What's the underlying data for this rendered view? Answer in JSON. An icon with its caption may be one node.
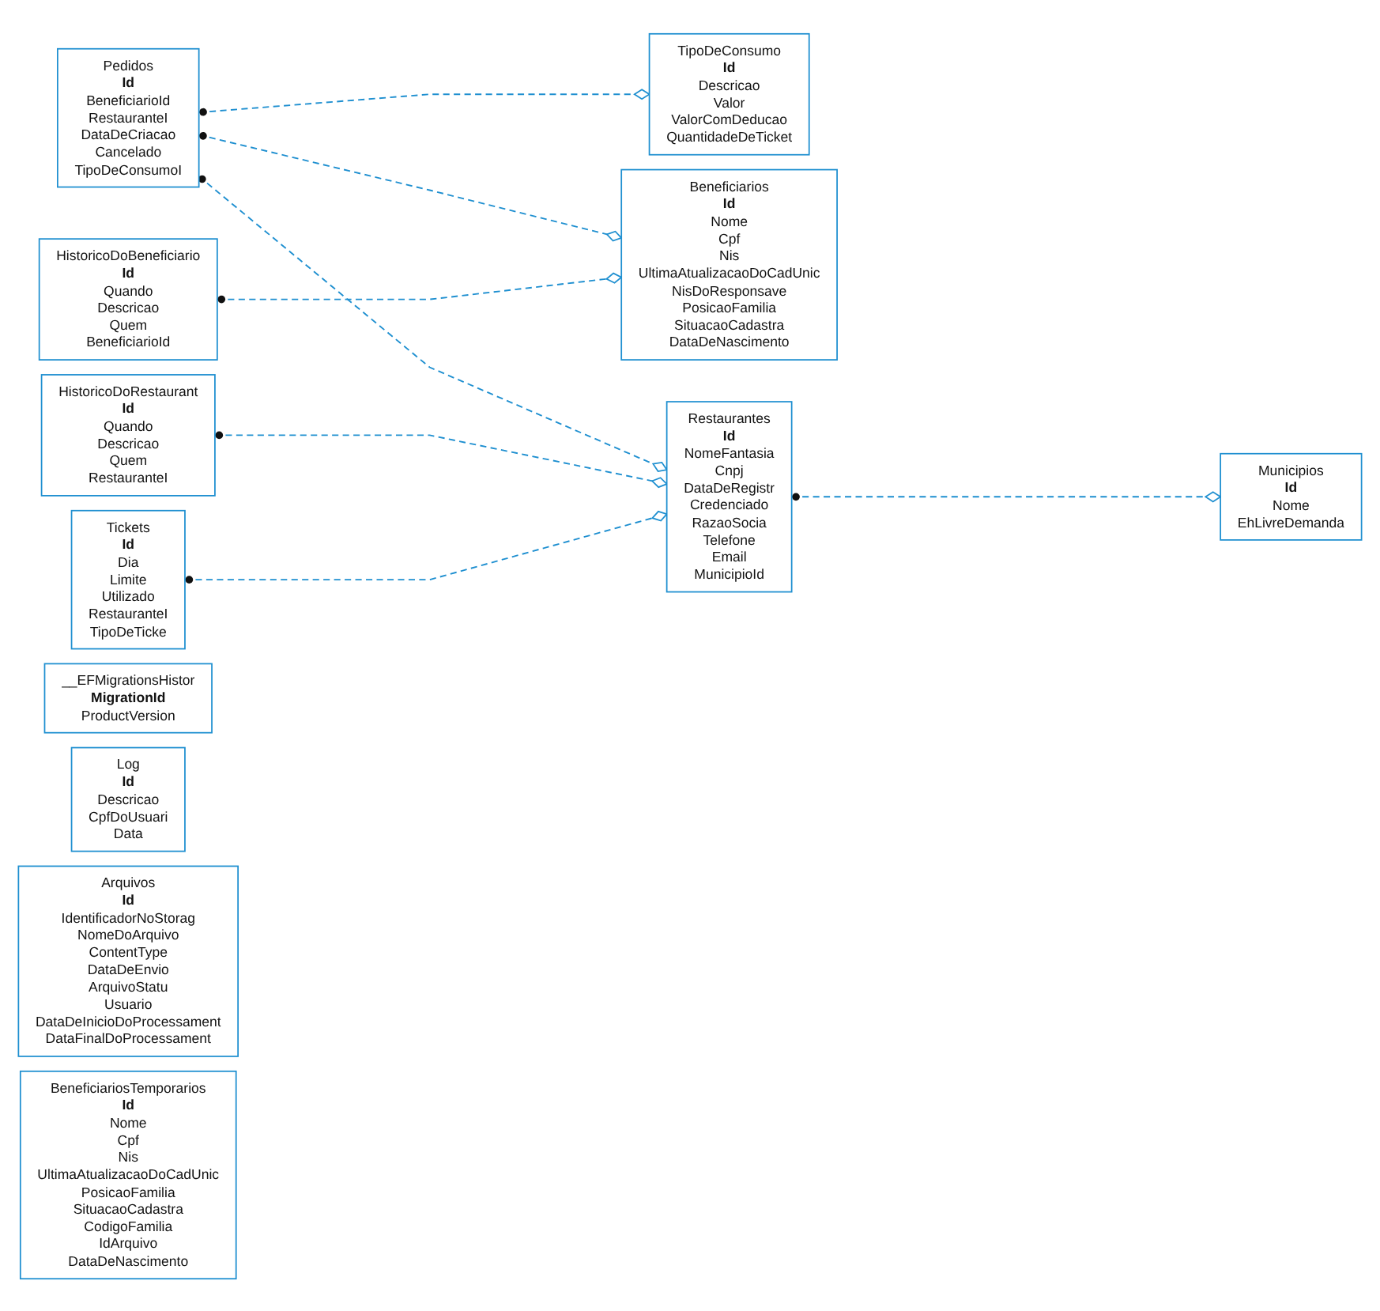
{
  "diagram": {
    "nodes": [
      {
        "text": [
          "Pedidos",
          "Id",
          "BeneficiarioId",
          "RestauranteI",
          "DataDeCriacao",
          "Cancelado",
          "TipoDeConsumoI"
        ]
      },
      {
        "text": [
          "TipoDeConsumo",
          "Id",
          "Descricao",
          "Valor",
          "ValorComDeducao",
          "QuantidadeDeTicket"
        ]
      },
      {
        "text": [
          "Beneficiarios",
          "Id",
          "Nome",
          "Cpf",
          "Nis",
          "UltimaAtualizacaoDoCadUnic",
          "NisDoResponsave",
          "PosicaoFamilia",
          "SituacaoCadastra",
          "DataDeNascimento"
        ]
      },
      {
        "text": [
          "Restaurantes",
          "Id",
          "NomeFantasia",
          "Cnpj",
          "DataDeRegistr",
          "Credenciado",
          "RazaoSocia",
          "Telefone",
          "Email",
          "MunicipioId"
        ]
      },
      {
        "text": [
          "Municipios",
          "Id",
          "Nome",
          "EhLivreDemanda"
        ]
      },
      {
        "text": [
          "HistoricoDoBeneficiario",
          "Id",
          "Quando",
          "Descricao",
          "Quem",
          "BeneficiarioId"
        ]
      },
      {
        "text": [
          "Tickets",
          "Id",
          "Dia",
          "Limite",
          "Utilizado",
          "RestauranteI",
          "TipoDeTicke"
        ]
      },
      {
        "text": [
          "HistoricoDoRestaurant",
          "Id",
          "Quando",
          "Descricao",
          "Quem",
          "RestauranteI"
        ]
      },
      {
        "text": [
          "__EFMigrationsHistor",
          "MigrationId",
          "ProductVersion"
        ]
      },
      {
        "text": [
          "Log",
          "Id",
          "Descricao",
          "CpfDoUsuari",
          "Data"
        ]
      },
      {
        "text": [
          "Arquivos",
          "Id",
          "IdentificadorNoStorag",
          "NomeDoArquivo",
          "ContentType",
          "DataDeEnvio",
          "ArquivoStatu",
          "Usuario",
          "DataDeInicioDoProcessament",
          "DataFinalDoProcessament"
        ]
      },
      {
        "text": [
          "BeneficiariosTemporarios",
          "Id",
          "Nome",
          "Cpf",
          "Nis",
          "UltimaAtualizacaoDoCadUnic",
          "PosicaoFamilia",
          "SituacaoCadastra",
          "CodigoFamilia",
          "IdArquivo",
          "DataDeNascimento"
        ]
      }
    ],
    "edges": [
      {
        "from": 0,
        "to": 1,
        "arrow": "other",
        "style": "dashed"
      },
      {
        "from": 0,
        "to": 2,
        "arrow": "other",
        "style": "dashed"
      },
      {
        "from": 0,
        "to": 3,
        "arrow": "other",
        "style": "dashed"
      },
      {
        "from": 3,
        "to": 4,
        "arrow": "other",
        "style": "dashed"
      },
      {
        "from": 7,
        "to": 3,
        "arrow": "other",
        "style": "dashed"
      },
      {
        "from": 6,
        "to": 3,
        "arrow": "other",
        "style": "dashed"
      },
      {
        "from": 5,
        "to": 2,
        "arrow": "other",
        "style": "dashed"
      }
    ]
  }
}
